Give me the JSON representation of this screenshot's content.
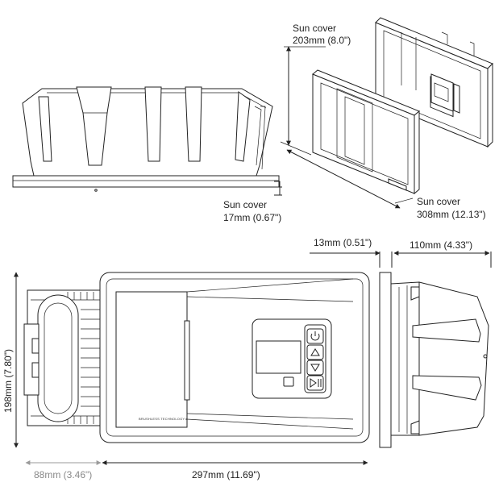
{
  "diagram": {
    "labels": {
      "sun_cover_top_title": "Sun cover",
      "sun_cover_top_value": "203mm (8.0\")",
      "sun_cover_side_title": "Sun cover",
      "sun_cover_side_value": "17mm (0.67\")",
      "sun_cover_right_title": "Sun cover",
      "sun_cover_right_value": "308mm (12.13\")",
      "depth_front": "13mm (0.51\")",
      "depth_body": "110mm (4.33\")",
      "height": "198mm (7.80\")",
      "width_back": "88mm (3.46\")",
      "width_front": "297mm (11.69\")",
      "panel_text": "BRUSHLESS TECHNOLOGY ▸"
    },
    "colors": {
      "line": "#222222",
      "dim_gray": "#9a9a9a",
      "text_gray": "#8a8a8a"
    },
    "icons": [
      "power-icon",
      "up-triangle-icon",
      "down-triangle-icon",
      "play-pause-icon"
    ]
  }
}
